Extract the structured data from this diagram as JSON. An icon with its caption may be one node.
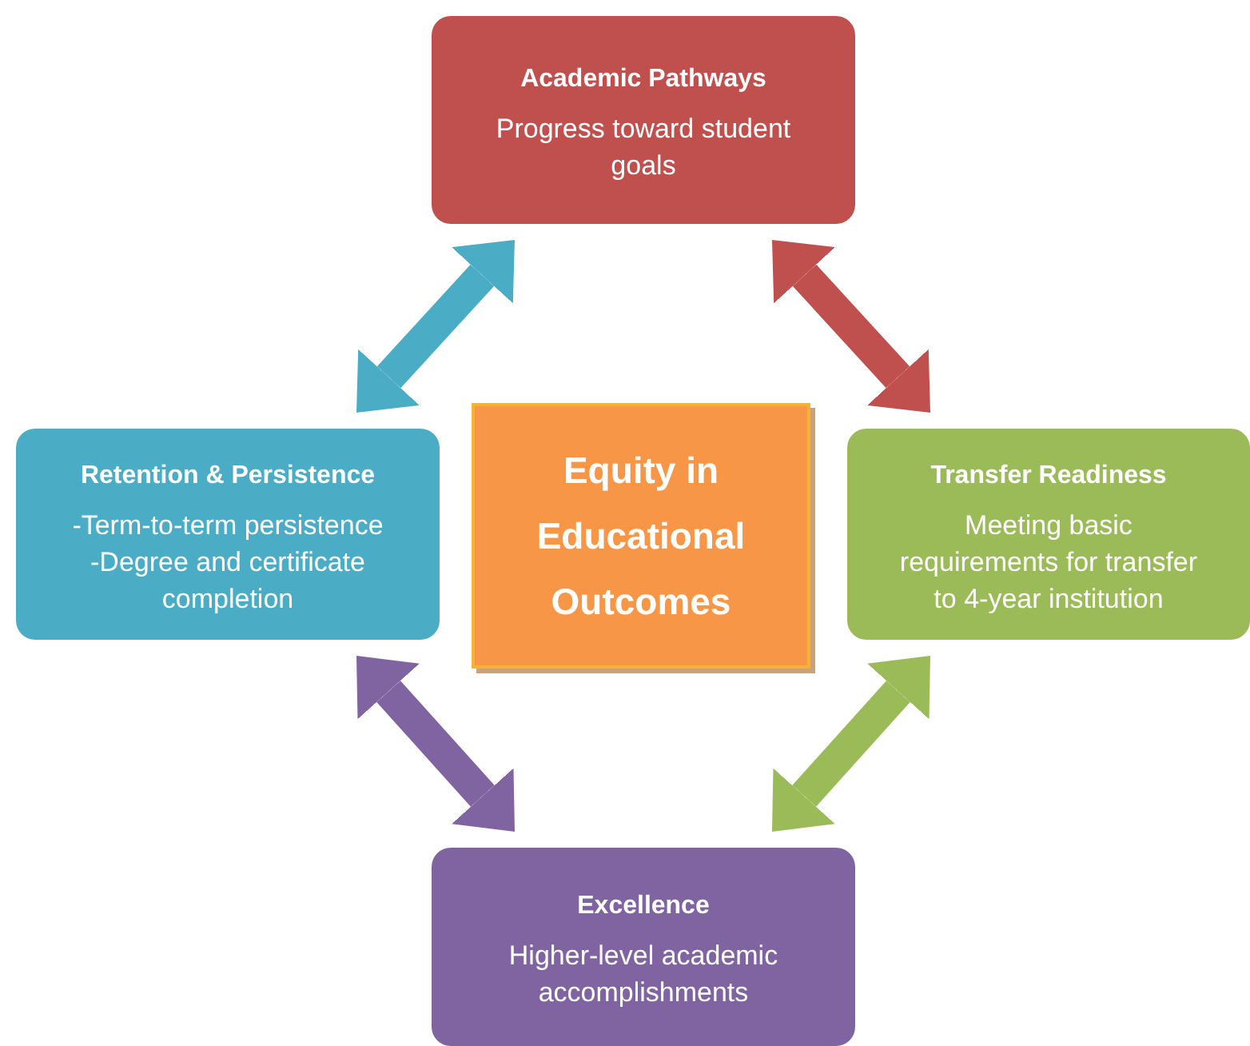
{
  "diagram": {
    "nodes": [
      {
        "text": [
          "Academic Pathways",
          "Progress toward student goals"
        ]
      },
      {
        "text": [
          "Retention & Persistence",
          "-Term-to-term persistence -Degree  and certificate completion"
        ]
      },
      {
        "text": [
          "Equity in Educational Outcomes"
        ]
      },
      {
        "text": [
          "Transfer Readiness",
          "Meeting basic requirements for transfer to  4-year institution"
        ]
      },
      {
        "text": [
          "Excellence",
          "Higher-level academic accomplishments"
        ]
      }
    ],
    "edges": [
      {
        "from": 0,
        "to": 1,
        "arrow": "both",
        "color": "#4bacc6"
      },
      {
        "from": 0,
        "to": 3,
        "arrow": "both",
        "color": "#c0504d"
      },
      {
        "from": 1,
        "to": 4,
        "arrow": "both",
        "color": "#8064a2"
      },
      {
        "from": 3,
        "to": 4,
        "arrow": "both",
        "color": "#9bbb59"
      }
    ]
  }
}
